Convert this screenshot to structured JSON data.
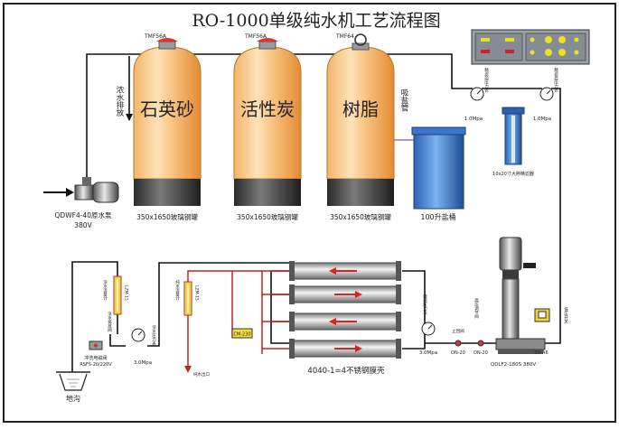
{
  "title": "RO-1000单级纯水机工艺流程图",
  "tanks": [
    {
      "valve": "TMF56A",
      "label": "石英砂",
      "spec": "350x1650玻璃钢罐"
    },
    {
      "valve": "TMF56A",
      "label": "活性炭",
      "spec": "350x1650玻璃钢罐"
    },
    {
      "valve": "TMF64",
      "label": "树脂",
      "spec": "350x1650玻璃钢罐"
    }
  ],
  "concentrate_drain": "浓水排放",
  "brine_suction": "吸盐管",
  "brine_tank": "100升盐桶",
  "raw_pump": {
    "model": "QDWF4-40原水泵",
    "voltage": "380V"
  },
  "precision_filter": {
    "gauge_in_label": "精滤前压力表",
    "gauge_out_label": "精滤后压力表",
    "gauge_in_value": "1.0Mpa",
    "gauge_out_value": "1.0Mpa",
    "label": "10x20寸大胖精滤器"
  },
  "hp_pump": {
    "model": "QDLF2-180S 380V"
  },
  "flowmeter_left": {
    "model": "LZM-15",
    "label1": "浓水流量计",
    "label2": "浓水排放阀"
  },
  "flowmeter_mid": {
    "model": "LZM-15",
    "label": "纯水流量计"
  },
  "inlet_solenoid": "进水电磁阀",
  "solenoid_label": "冲洗电磁阀",
  "solenoid_model": "RSFS-20/220V",
  "concentrate_gauge": {
    "label": "浓水压力表",
    "value": "3.0Mpa"
  },
  "membrane_gauge": {
    "label": "膜前压力表",
    "value": "3.0Mpa"
  },
  "check_valve1": {
    "label": "止回阀",
    "model": "DN-20"
  },
  "check_valve2": {
    "label": "高压调节阀",
    "model": "DN-20"
  },
  "pressure_switch": {
    "label": "低压开关",
    "model": "SD-A6"
  },
  "conductivity": "CM-230",
  "membrane_label": "4040-1=4不锈钢膜壳",
  "pure_water_out": "纯水出口",
  "drain": "地沟"
}
